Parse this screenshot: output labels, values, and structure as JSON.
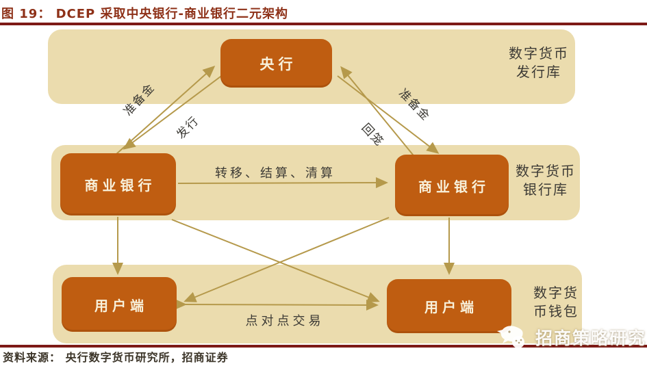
{
  "page": {
    "title": "图 19： DCEP 采取中央银行-商业银行二元架构",
    "source_note": "资料来源： 央行数字货币研究所，招商证券",
    "watermark": "招商策略研究"
  },
  "colors": {
    "rule_maroon": "#7D1A17",
    "title_text": "#8E3118",
    "band_fill": "#EBDCAE",
    "node_fill": "#BF5D11",
    "node_text": "#F8F1DB",
    "arrow_gold": "#B5994B",
    "label_text": "#3C3A35"
  },
  "nodes": {
    "central_bank": "央行",
    "commercial_bank_left": "商业银行",
    "commercial_bank_right": "商业银行",
    "user_left": "用户端",
    "user_right": "用户端"
  },
  "tier_labels": {
    "issuance": {
      "line1": "数字货币",
      "line2": "发行库"
    },
    "bank_vault": {
      "line1": "数字货币",
      "line2": "银行库"
    },
    "wallet": {
      "line1": "数字货",
      "line2": "币钱包"
    }
  },
  "edge_labels": {
    "reserve_left": "准备金",
    "issue": "发行",
    "recall": "回笼",
    "reserve_right": "准备金",
    "transfer": "转移、结算、清算",
    "p2p": "点对点交易"
  },
  "logo": {
    "icon_name": "bird-icon"
  }
}
